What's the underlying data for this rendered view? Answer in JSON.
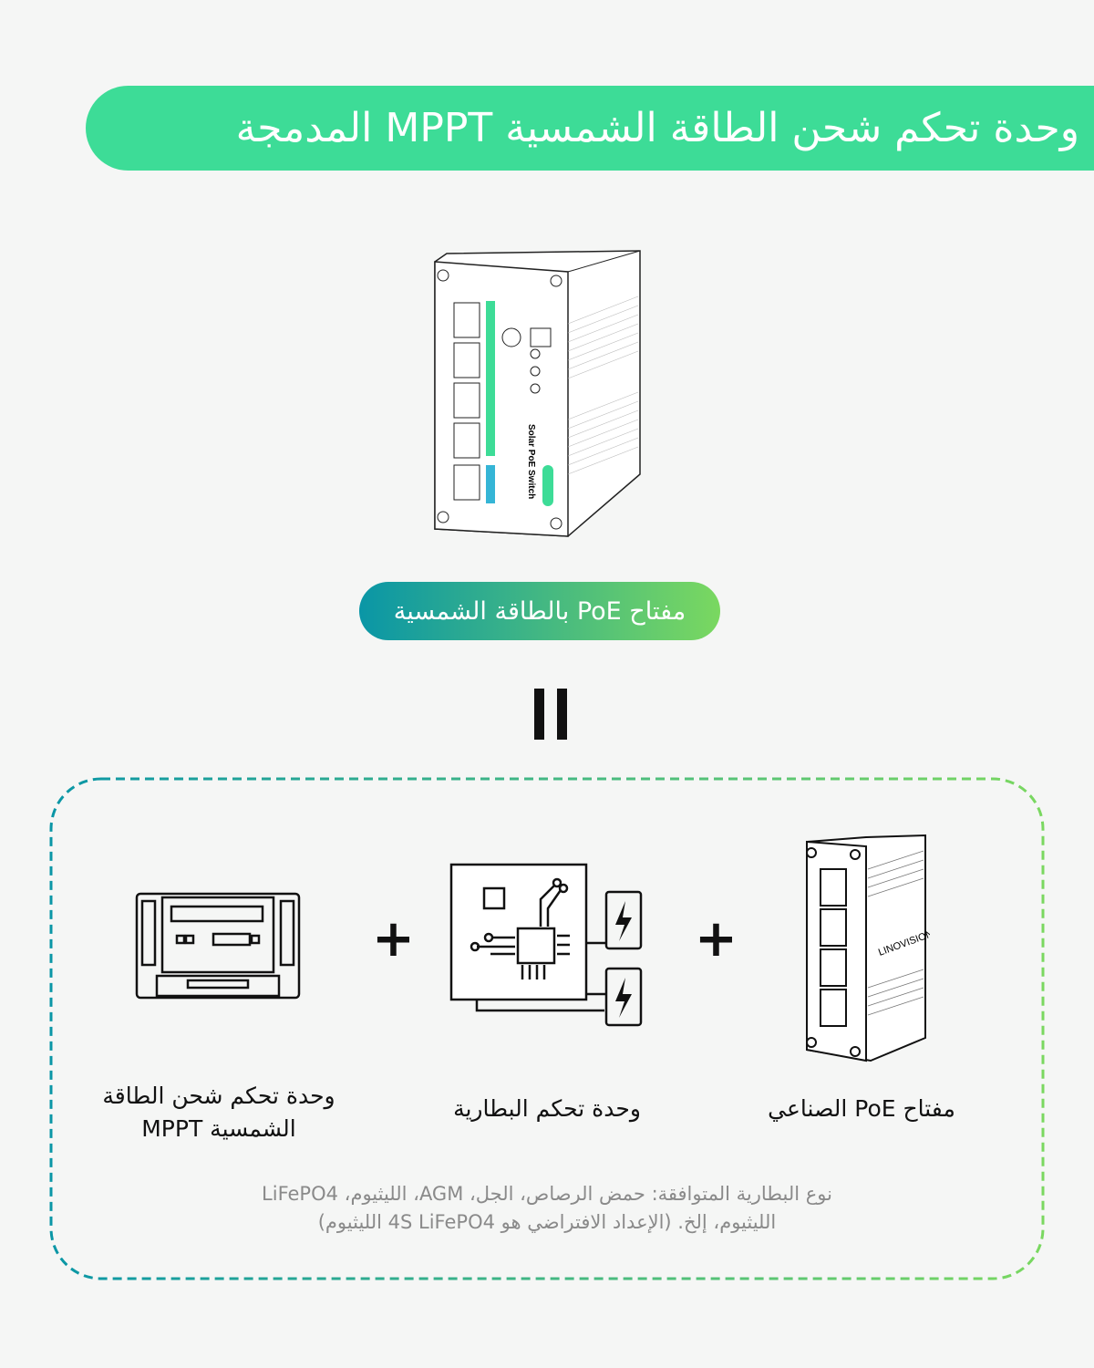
{
  "header": {
    "title": "وحدة تحكم شحن الطاقة الشمسية MPPT المدمجة"
  },
  "product": {
    "name": "مفتاح PoE بالطاقة الشمسية",
    "device_label": "Solar PoE Switch",
    "brand": "LINOVISION"
  },
  "components": [
    {
      "label": "وحدة تحكم شحن الطاقة الشمسية MPPT",
      "icon": "solar-charge-controller-icon"
    },
    {
      "label": "وحدة تحكم البطارية",
      "icon": "battery-controller-icon"
    },
    {
      "label": "مفتاح PoE الصناعي",
      "icon": "industrial-poe-switch-icon"
    }
  ],
  "operators": {
    "plus": "+"
  },
  "note": {
    "line1": "نوع البطارية المتوافقة: حمض الرصاص، الجل، AGM، الليثيوم، LiFePO4",
    "line2": "الليثيوم، إلخ. (الإعداد الافتراضي هو 4S LiFePO4 الليثيوم)"
  },
  "colors": {
    "banner": "#3ddc97",
    "gradient_start": "#0a96a6",
    "gradient_end": "#7ad860"
  }
}
